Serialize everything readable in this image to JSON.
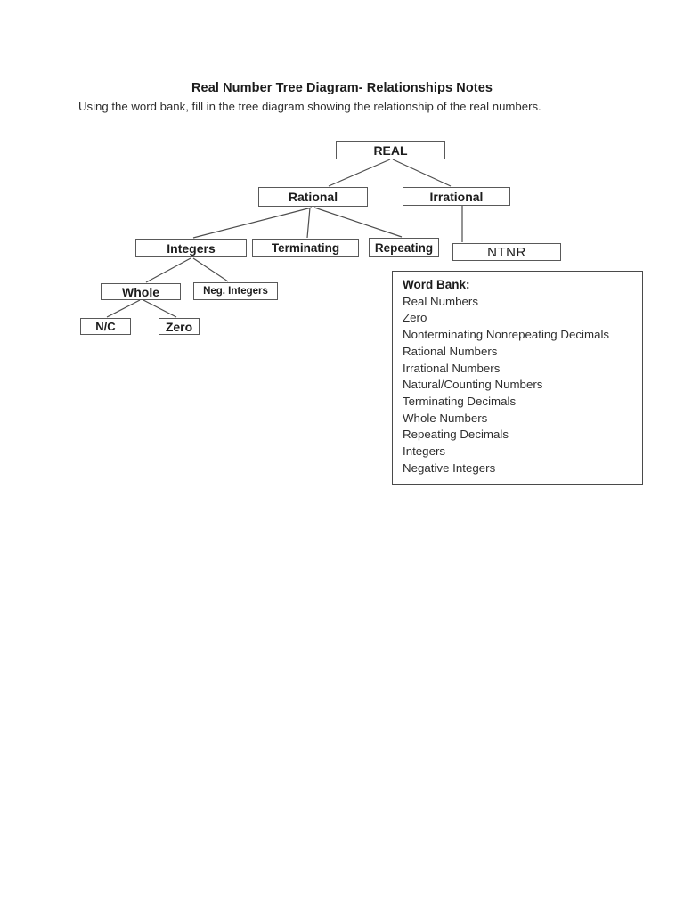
{
  "document": {
    "title": "Real Number Tree Diagram- Relationships Notes",
    "instructions": "Using the word bank, fill in the tree diagram showing the relationship of the real numbers."
  },
  "tree": {
    "nodes": [
      {
        "id": "real",
        "label": "REAL"
      },
      {
        "id": "rational",
        "label": "Rational"
      },
      {
        "id": "irrational",
        "label": "Irrational"
      },
      {
        "id": "integers",
        "label": "Integers"
      },
      {
        "id": "terminating",
        "label": "Terminating"
      },
      {
        "id": "repeating",
        "label": "Repeating"
      },
      {
        "id": "ntnr",
        "label": "NTNR"
      },
      {
        "id": "whole",
        "label": "Whole"
      },
      {
        "id": "neg_integers",
        "label": "Neg. Integers"
      },
      {
        "id": "nc",
        "label": "N/C"
      },
      {
        "id": "zero",
        "label": "Zero"
      }
    ],
    "edges": [
      {
        "from": "real",
        "to": "rational"
      },
      {
        "from": "real",
        "to": "irrational"
      },
      {
        "from": "rational",
        "to": "integers"
      },
      {
        "from": "rational",
        "to": "terminating"
      },
      {
        "from": "rational",
        "to": "repeating"
      },
      {
        "from": "irrational",
        "to": "ntnr"
      },
      {
        "from": "integers",
        "to": "whole"
      },
      {
        "from": "integers",
        "to": "neg_integers"
      },
      {
        "from": "whole",
        "to": "nc"
      },
      {
        "from": "whole",
        "to": "zero"
      }
    ]
  },
  "word_bank": {
    "heading": "Word Bank:",
    "items": [
      "Real Numbers",
      "Zero",
      "Nonterminating Nonrepeating Decimals",
      "Rational Numbers",
      "Irrational Numbers",
      "Natural/Counting Numbers",
      "Terminating Decimals",
      "Whole Numbers",
      "Repeating Decimals",
      "Integers",
      "Negative Integers"
    ]
  },
  "colors": {
    "text": "#1f1f1f",
    "box_border": "#595959",
    "connector": "#4d4d4d",
    "background": "#ffffff"
  }
}
